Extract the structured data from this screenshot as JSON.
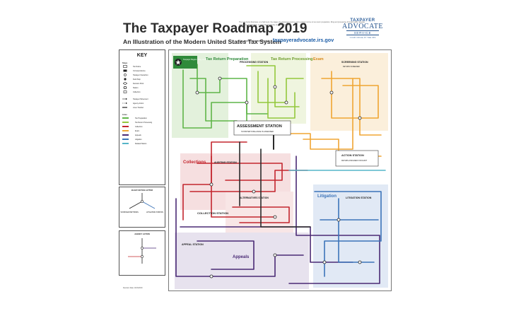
{
  "header": {
    "title": "The Taxpayer Roadmap 2019",
    "subtitle": "An Illustration of the Modern United States Tax System",
    "intro_text": "The map below illustrates, at a high level, the stages of a taxpayer's journey, from getting income to tax return preparation, filing and processing, through audits, appeals, collections, and litigation, to show the complexity of tax administration.",
    "more_info_label": "For more information visit",
    "more_info_url": "taxpayeradvocate.irs.gov"
  },
  "logo": {
    "line1": "TAXPAYER",
    "line2": "ADVOCATE",
    "line3": "SERVICE",
    "line4": "YOUR VOICE AT THE IRS"
  },
  "key": {
    "title": "KEY",
    "stops_heading": "Stops",
    "stops": [
      "Tax Notice",
      "Correspondence",
      "Taxpayer Interaction",
      "Field Stop",
      "Decision Point",
      "Station",
      "Collection"
    ],
    "arrows": [
      "Taxpayer Movement",
      "Agency Action",
      "Lines Transfer"
    ],
    "lines_heading": "Lines",
    "lines": [
      {
        "label": "Tax Preparation",
        "color": "#5fb548"
      },
      {
        "label": "Tax Return Processing",
        "color": "#94c83d"
      },
      {
        "label": "Collection",
        "color": "#c3262e"
      },
      {
        "label": "Exam",
        "color": "#f0a533"
      },
      {
        "label": "Appeals",
        "color": "#4a2a75"
      },
      {
        "label": "Litigation",
        "color": "#3c74b9"
      },
      {
        "label": "Related Station",
        "color": "#55b5c8"
      }
    ]
  },
  "legend_notice": {
    "title": "90-DAY NOTICE LETTER",
    "left": "TAXPAYER PETITIONS",
    "right": "LITIGATION STATION"
  },
  "legend_agency": {
    "title": "AGENCY ACTION"
  },
  "revision": "Revision Date 12/16/2019",
  "regions": {
    "tax_return_preparation": "Tax Return Preparation",
    "processing_station": "PROCESSING STATION",
    "tax_return_processing": "Tax Return Processing",
    "exam": "Exam",
    "screening_station": "SCREENING STATION",
    "assessment_station": "ASSESSMENT STATION",
    "collections": "Collections",
    "auditing_station": "AUDITING STATION",
    "action_station": "ACTION STATION",
    "alternatives_station": "ALTERNATIVES STATION",
    "collection_station": "COLLECTION STATION",
    "appeal_station": "APPEAL STATION",
    "appeals": "Appeals",
    "litigation": "Litigation",
    "litigation_station": "LITIGATION STATION"
  },
  "stations": {
    "start": "Taxpayer Begins Filing Journey",
    "assessment_sub": "TAXPAYER'S BALANCE IS ASSESSED",
    "screening_sub": "RETURN SCREENED",
    "action_sub": "RETURN ASSIGNED FOR AUDIT"
  }
}
